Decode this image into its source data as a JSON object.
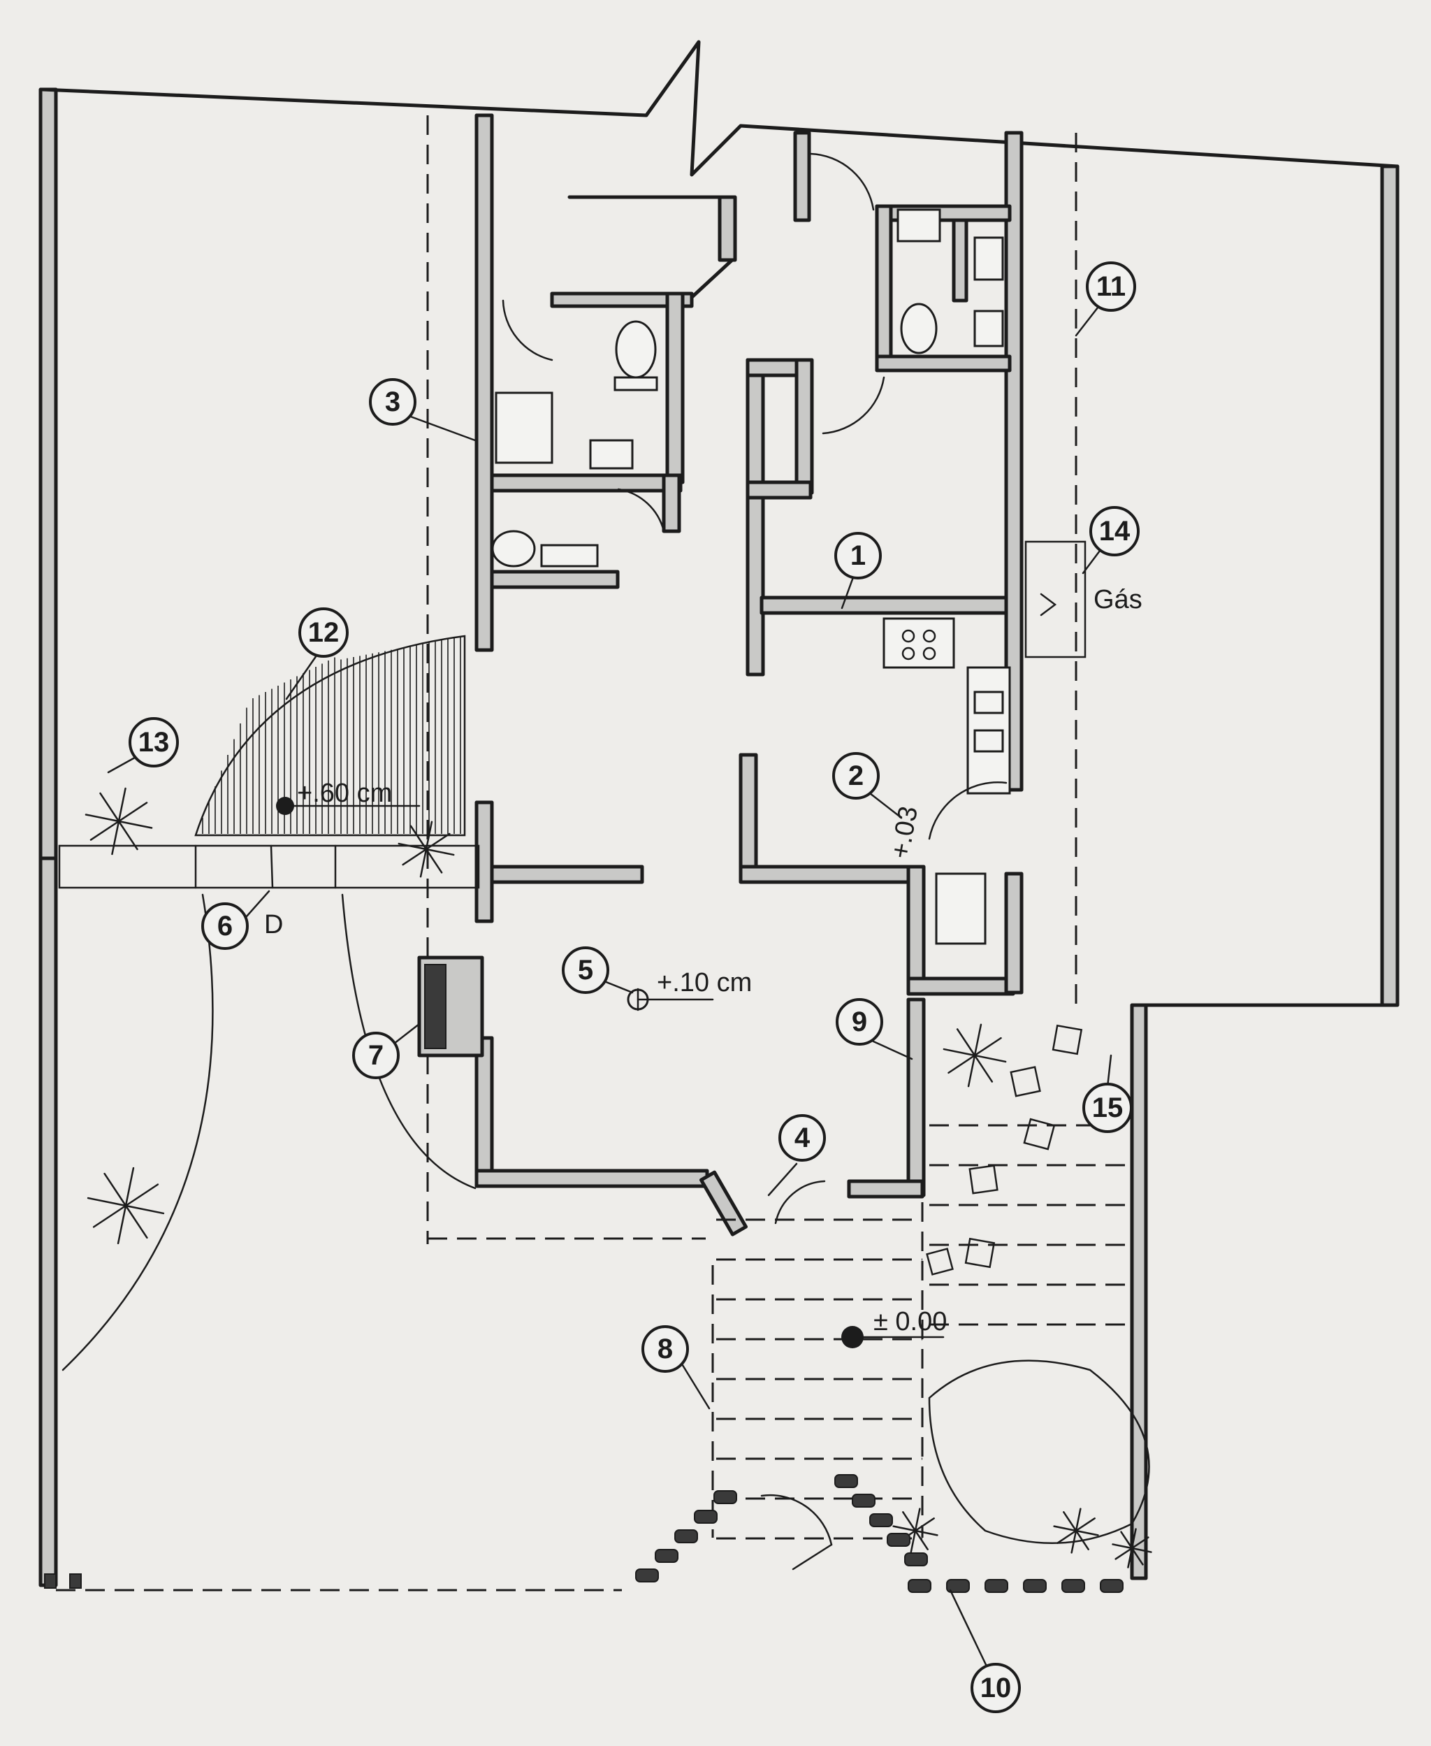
{
  "callouts": [
    "1",
    "2",
    "3",
    "4",
    "5",
    "6",
    "7",
    "8",
    "9",
    "10",
    "11",
    "12",
    "13",
    "14",
    "15"
  ],
  "levels": {
    "upper": "+.60 cm",
    "main": "+.10 cm",
    "kitchen_step": "+.03",
    "entry": "± 0.00"
  },
  "labels": {
    "gas": "Gás",
    "door_mark": "D"
  }
}
